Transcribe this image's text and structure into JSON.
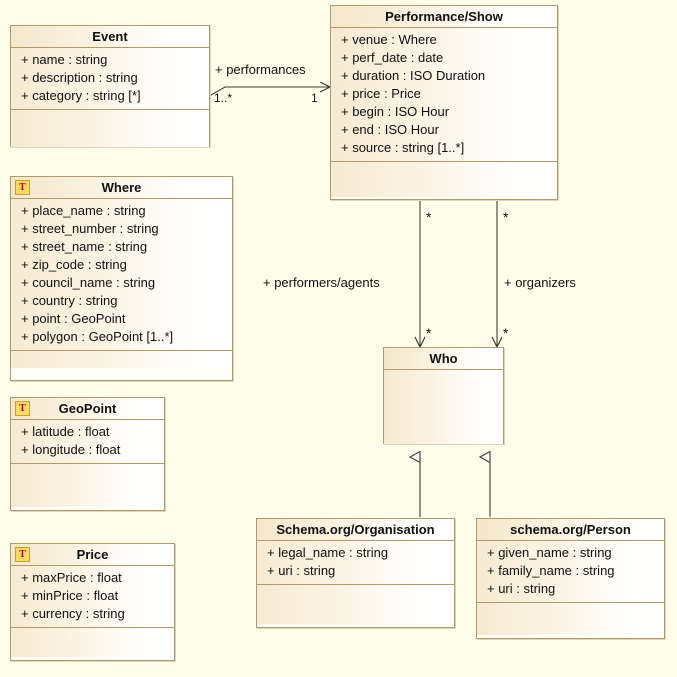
{
  "diagram": {
    "title": "Event / Performance UML class diagram",
    "background_color": "#fdfde9",
    "border_color": "#ae9a6b",
    "text_color": "#111111",
    "badge_color": "#ffd966",
    "badge_text_color": "#c00000",
    "stereotype_badge_label": "T"
  },
  "classes": {
    "event": {
      "name": "Event",
      "attributes": [
        "+ name : string",
        "+ description : string",
        "+ category : string [*]"
      ],
      "operations": []
    },
    "performance_show": {
      "name": "Performance/Show",
      "attributes": [
        "+ venue : Where",
        "+ perf_date : date",
        "+ duration : ISO Duration",
        "+ price : Price",
        "+ begin : ISO Hour",
        "+ end : ISO Hour",
        "+ source : string [1..*]"
      ],
      "operations": []
    },
    "where": {
      "name": "Where",
      "stereotype": "T",
      "attributes": [
        "+ place_name : string",
        "+ street_number : string",
        "+ street_name : string",
        "+ zip_code : string",
        "+ council_name : string",
        "+ country : string",
        "+ point : GeoPoint",
        "+ polygon : GeoPoint [1..*]"
      ],
      "operations": []
    },
    "geopoint": {
      "name": "GeoPoint",
      "stereotype": "T",
      "attributes": [
        "+ latitude : float",
        "+ longitude : float"
      ],
      "operations": []
    },
    "price": {
      "name": "Price",
      "stereotype": "T",
      "attributes": [
        "+ maxPrice : float",
        "+ minPrice : float",
        "+ currency : string"
      ],
      "operations": []
    },
    "who": {
      "name": "Who",
      "attributes": [],
      "operations": []
    },
    "organisation": {
      "name": "Schema.org/Organisation",
      "attributes": [
        "+ legal_name : string",
        "+ uri : string"
      ],
      "operations": []
    },
    "person": {
      "name": "schema.org/Person",
      "attributes": [
        "+ given_name : string",
        "+ family_name : string",
        "+ uri : string"
      ],
      "operations": []
    }
  },
  "relationships": {
    "performances": {
      "label": "+ performances",
      "source_multiplicity": "1..*",
      "target_multiplicity": "1",
      "from": "Event",
      "to": "Performance/Show",
      "kind": "association"
    },
    "performers": {
      "label": "+ performers/agents",
      "source_multiplicity": "*",
      "target_multiplicity": "*",
      "from": "Performance/Show",
      "to": "Who",
      "kind": "association"
    },
    "organizers": {
      "label": "+ organizers",
      "source_multiplicity": "*",
      "target_multiplicity": "*",
      "from": "Performance/Show",
      "to": "Who",
      "kind": "association"
    },
    "generalization_organisation": {
      "from": "Schema.org/Organisation",
      "to": "Who",
      "kind": "generalization"
    },
    "generalization_person": {
      "from": "schema.org/Person",
      "to": "Who",
      "kind": "generalization"
    }
  }
}
